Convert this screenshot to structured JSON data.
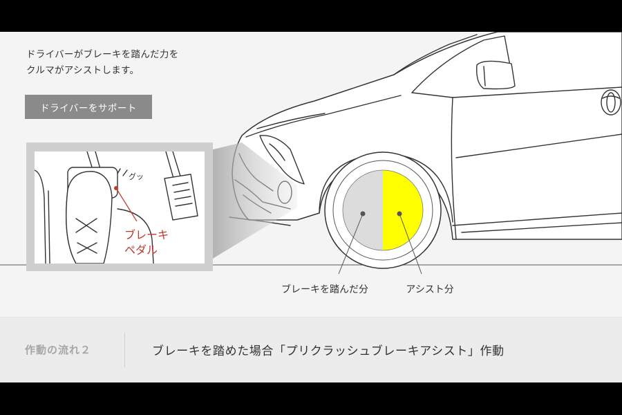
{
  "intro": {
    "line1": "ドライバーがブレーキを踏んだ力を",
    "line2": "クルマがアシストします。"
  },
  "button": {
    "label": "ドライバーをサポート"
  },
  "pedal_inset": {
    "sound": "グッ",
    "label_line1": "ブレーキ",
    "label_line2": "ペダル",
    "label_color": "#c0392b"
  },
  "wheel_diagram": {
    "driver_share_label": "ブレーキを踏んだ分",
    "assist_share_label": "アシスト分",
    "driver_color": "#dcdcdc",
    "assist_color": "#ffff00",
    "assist_fraction": 0.5
  },
  "caption": {
    "step": "作動の流れ２",
    "description": "ブレーキを踏めた場合「プリクラッシュブレーキアシスト」作動"
  }
}
